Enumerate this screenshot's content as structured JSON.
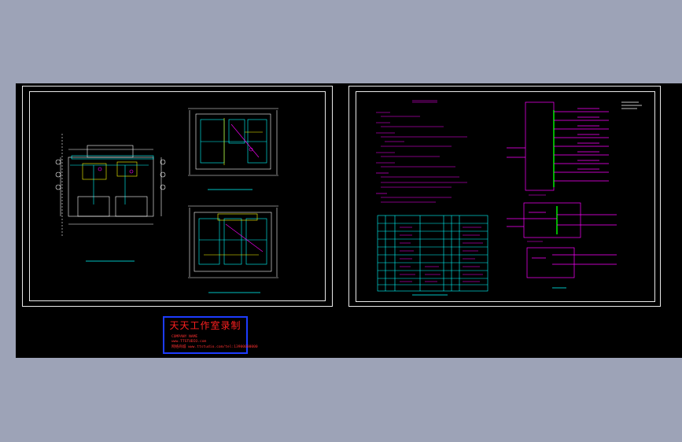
{
  "stamp": {
    "studio_name": "天天工作室录制",
    "company_line": "COMPANY NAME",
    "website_line": "www.TTSTUDIO.com",
    "contact_line": "网络商城 www.ttstudio.com/tel:13900000000"
  },
  "colors": {
    "workspace": "#9da3b7",
    "canvas": "#000000",
    "frame": "#e8e8e8",
    "magenta": "#ff00ff",
    "cyan": "#00ffff",
    "yellow": "#ffff00",
    "green": "#00ff00",
    "red": "#ff2020",
    "blue": "#1d3cff"
  },
  "icons": {
    "floor_plan": "floor-plan-drawing",
    "panel_schematic": "distribution-panel-schematic",
    "legend_table": "electrical-legend-table"
  }
}
